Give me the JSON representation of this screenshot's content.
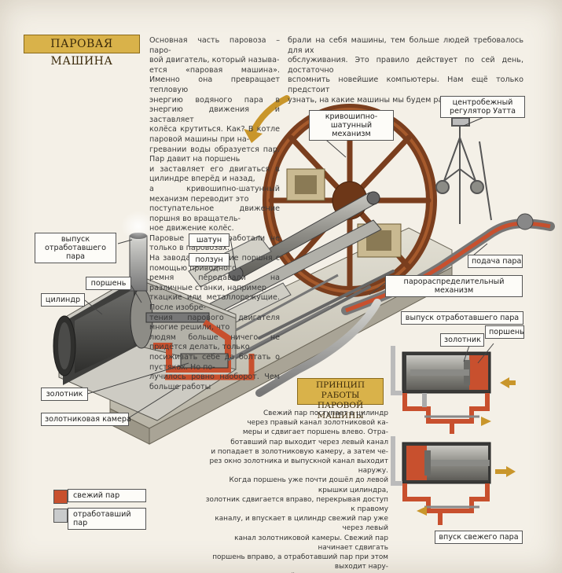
{
  "title": "ПАРОВАЯ МАШИНА",
  "intro_col1": [
    "Основная часть паровоза – паро-",
    "вой двигатель, который называ-",
    "ется «паровая машина». Именно она превращает тепловую",
    "энергию водяного пара в энергию движения и заставляет",
    "колёса крутиться. Как? В котле паровой машины при на-",
    "гревании воды образуется пар. Пар давит на поршень",
    "и заставляет его двигаться в цилиндре вперёд и назад,",
    "а кривошипно-шатунный механизм переводит это",
    "поступательное движение поршня во вращатель-",
    "ное движение колёс.",
    "Паровые машины работали не только в паровозах.",
    "На заводах движение поршня с помощью приводного",
    "ремня передавали на различные станки, например",
    "ткацкие или металлорежущие. После изобре-",
    "тения парового двигателя многие решили, что",
    "людям больше ничего не придётся делать, только",
    "посиживать себе да болтать о пустяках. Но по-",
    "лучилось ровно наоборот. Чем больше работы"
  ],
  "intro_col2": [
    "брали на себя машины, тем больше людей требовалось для их",
    "обслуживания. Это правило действует по сей день, достаточно",
    "вспомнить новейшие компьютеры. Нам ещё только предстоит",
    "узнать, на какие машины мы будем работать в будущем."
  ],
  "labels": {
    "crank": "кривошипно-шатунный механизм",
    "governor": "центробежный регулятор Уатта",
    "exhaust_main": "выпуск отработавшего пара",
    "piston": "поршень",
    "cylinder": "цилиндр",
    "connecting_rod": "шатун",
    "crosshead": "ползун",
    "steam_supply": "подача пара",
    "distribution": "парораспределительный механизм",
    "exhaust_right": "выпуск отработавшего пара",
    "slide_valve": "золотник",
    "slide_valve_right": "золотник",
    "piston_right": "поршень",
    "valve_chamber": "золотниковая камера",
    "fresh_inlet": "впуск свежего пара"
  },
  "principle": {
    "title_line1": "ПРИНЦИП РАБОТЫ",
    "title_line2": "ПАРОВОЙ МАШИНЫ",
    "lines": [
      "Свежий пар поступает в цилиндр",
      "через правый канал золотниковой ка-",
      "меры и сдвигает поршень влево. Отра-",
      "ботавший пар выходит через левый канал",
      "и попадает в золотниковую камеру, а затем че-",
      "рез окно золотника и выпускной канал выходит наружу.",
      "Когда поршень уже почти дошёл до левой крышки цилиндра,",
      "золотник сдвигается вправо, перекрывая доступ к правому",
      "каналу, и впускает в цилиндр свежий пар уже через левый",
      "канал золотниковой камеры. Свежий пар начинает сдвигать",
      "поршень вправо, а отработавший пар при этом выходит нару-",
      "жу через правый канал, окно золотника и выпускной канал."
    ]
  },
  "legend": [
    {
      "label": "свежий пар",
      "color": "#c8502e"
    },
    {
      "label": "отработавший пар",
      "color": "#c9cbcc"
    }
  ],
  "colors": {
    "accent_gold": "#d9b24a",
    "fresh_steam": "#c8502e",
    "wheel": "#7a3e1e",
    "metal": "#8c8c86"
  }
}
